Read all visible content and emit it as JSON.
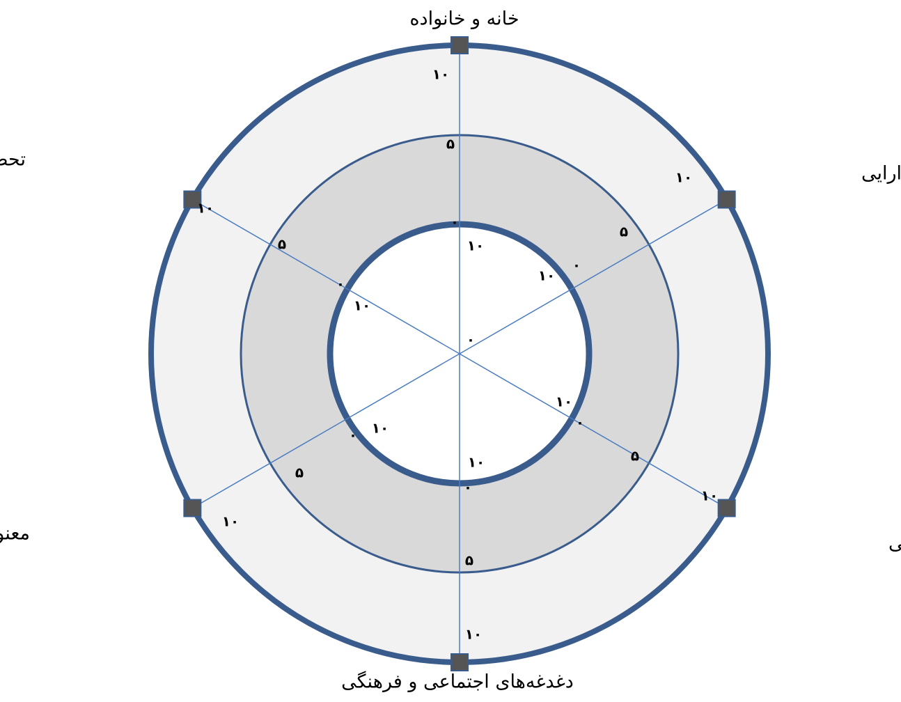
{
  "diagram": {
    "colors": {
      "outer_ring_fill": "#f2f2f2",
      "middle_ring_fill": "#d9d9d9",
      "center_fill": "#ffffff",
      "ring_stroke": "#3a5c8c",
      "spoke_stroke": "#4a7cc0",
      "marker_fill": "#555555",
      "marker_stroke": "#3a5c8c"
    },
    "categories": [
      {
        "label": "خانه و خانواده",
        "tick_outer": "۱۰",
        "tick_mid": "۵",
        "tick_zero": "۰",
        "tick_inner": "۱۰"
      },
      {
        "label": "شغل و دارایی",
        "tick_outer": "۱۰",
        "tick_mid": "۵",
        "tick_zero": "۰",
        "tick_inner": "۱۰"
      },
      {
        "label": "سلامتی و زیبایی",
        "tick_outer": "۱۰",
        "tick_mid": "۵",
        "tick_zero": "۰",
        "tick_inner": "۱۰"
      },
      {
        "label": "دغدغه‌های اجتماعی و فرهنگی",
        "tick_outer": "۱۰",
        "tick_mid": "۵",
        "tick_zero": "۰",
        "tick_inner": "۱۰"
      },
      {
        "label": "معنویات و روحیات",
        "tick_outer": "۱۰",
        "tick_mid": "۵",
        "tick_zero": "۰",
        "tick_inner": "۱۰"
      },
      {
        "label": "تحصیلات و دانش",
        "tick_outer": "۱۰",
        "tick_mid": "۵",
        "tick_zero": "۰",
        "tick_inner": "۱۰"
      }
    ],
    "center_label": "۰"
  }
}
